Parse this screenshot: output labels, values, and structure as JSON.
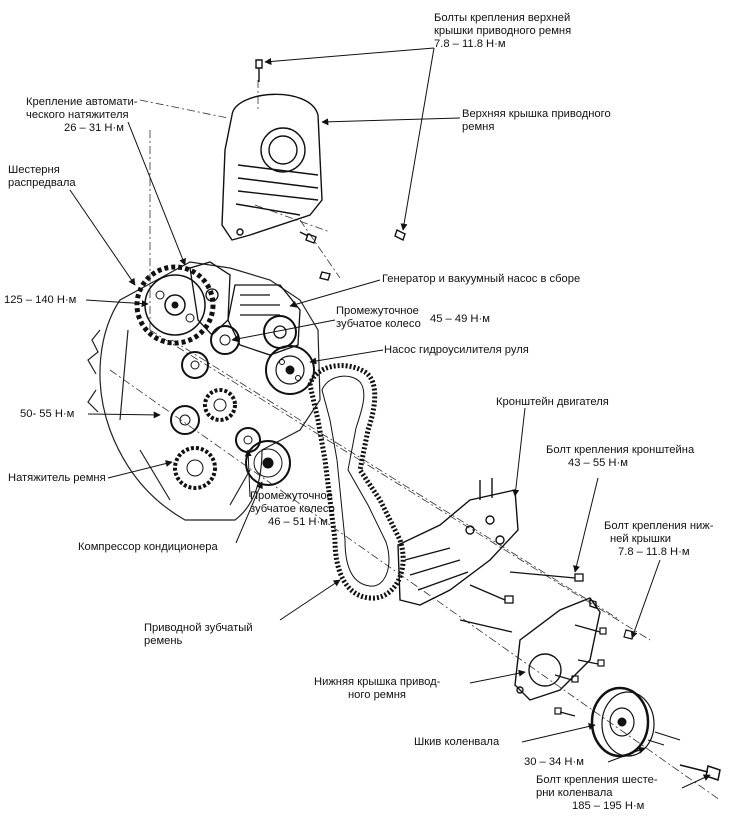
{
  "labels": {
    "top_bolts": {
      "line1": "Болты крепления верхней",
      "line2": "крышки приводного ремня",
      "torque": "7.8 – 11.8 Н·м"
    },
    "upper_cover": {
      "line1": "Верхняя крышка приводного",
      "line2": "ремня"
    },
    "auto_tensioner": {
      "line1": "Крепление автомати-",
      "line2": "ческого натяжителя",
      "torque": "26 – 31 Н·м"
    },
    "camshaft_gear": {
      "line1": "Шестерня",
      "line2": "распредвала"
    },
    "gear_torque": "125 – 140 Н·м",
    "generator": "Генератор и вакуумный насос в сборе",
    "idler_upper": {
      "line1": "Промежуточное",
      "line2": "зубчатое колесо",
      "torque": "45 – 49 Н·м"
    },
    "power_steering": "Насос гидроусилителя руля",
    "engine_bracket": "Кронштейн двигателя",
    "tensioner_torque": "50- 55 Н·м",
    "bracket_bolt": {
      "line1": "Болт крепления кронштейна",
      "torque": "43 – 55 Н·м"
    },
    "belt_tensioner": "Натяжитель ремня",
    "idler_lower": {
      "line1": "Промежуточное",
      "line2": "зубчатое колесо",
      "torque": "46 – 51 Н·м"
    },
    "lower_cover_bolt": {
      "line1": "Болт крепления ниж-",
      "line2": "ней крышки",
      "torque": "7.8 – 11.8 Н·м"
    },
    "ac_compressor": "Компрессор кондиционера",
    "timing_belt": {
      "line1": "Приводной зубчатый",
      "line2": "ремень"
    },
    "lower_cover": {
      "line1": "Нижняя крышка привод-",
      "line2": "ного ремня"
    },
    "crank_pulley": "Шкив коленвала",
    "pulley_torque": "30 – 34 Н·м",
    "crank_gear_bolt": {
      "line1": "Болт крепления шесте-",
      "line2": "рни коленвала",
      "torque": "185 – 195 Н·м"
    }
  }
}
